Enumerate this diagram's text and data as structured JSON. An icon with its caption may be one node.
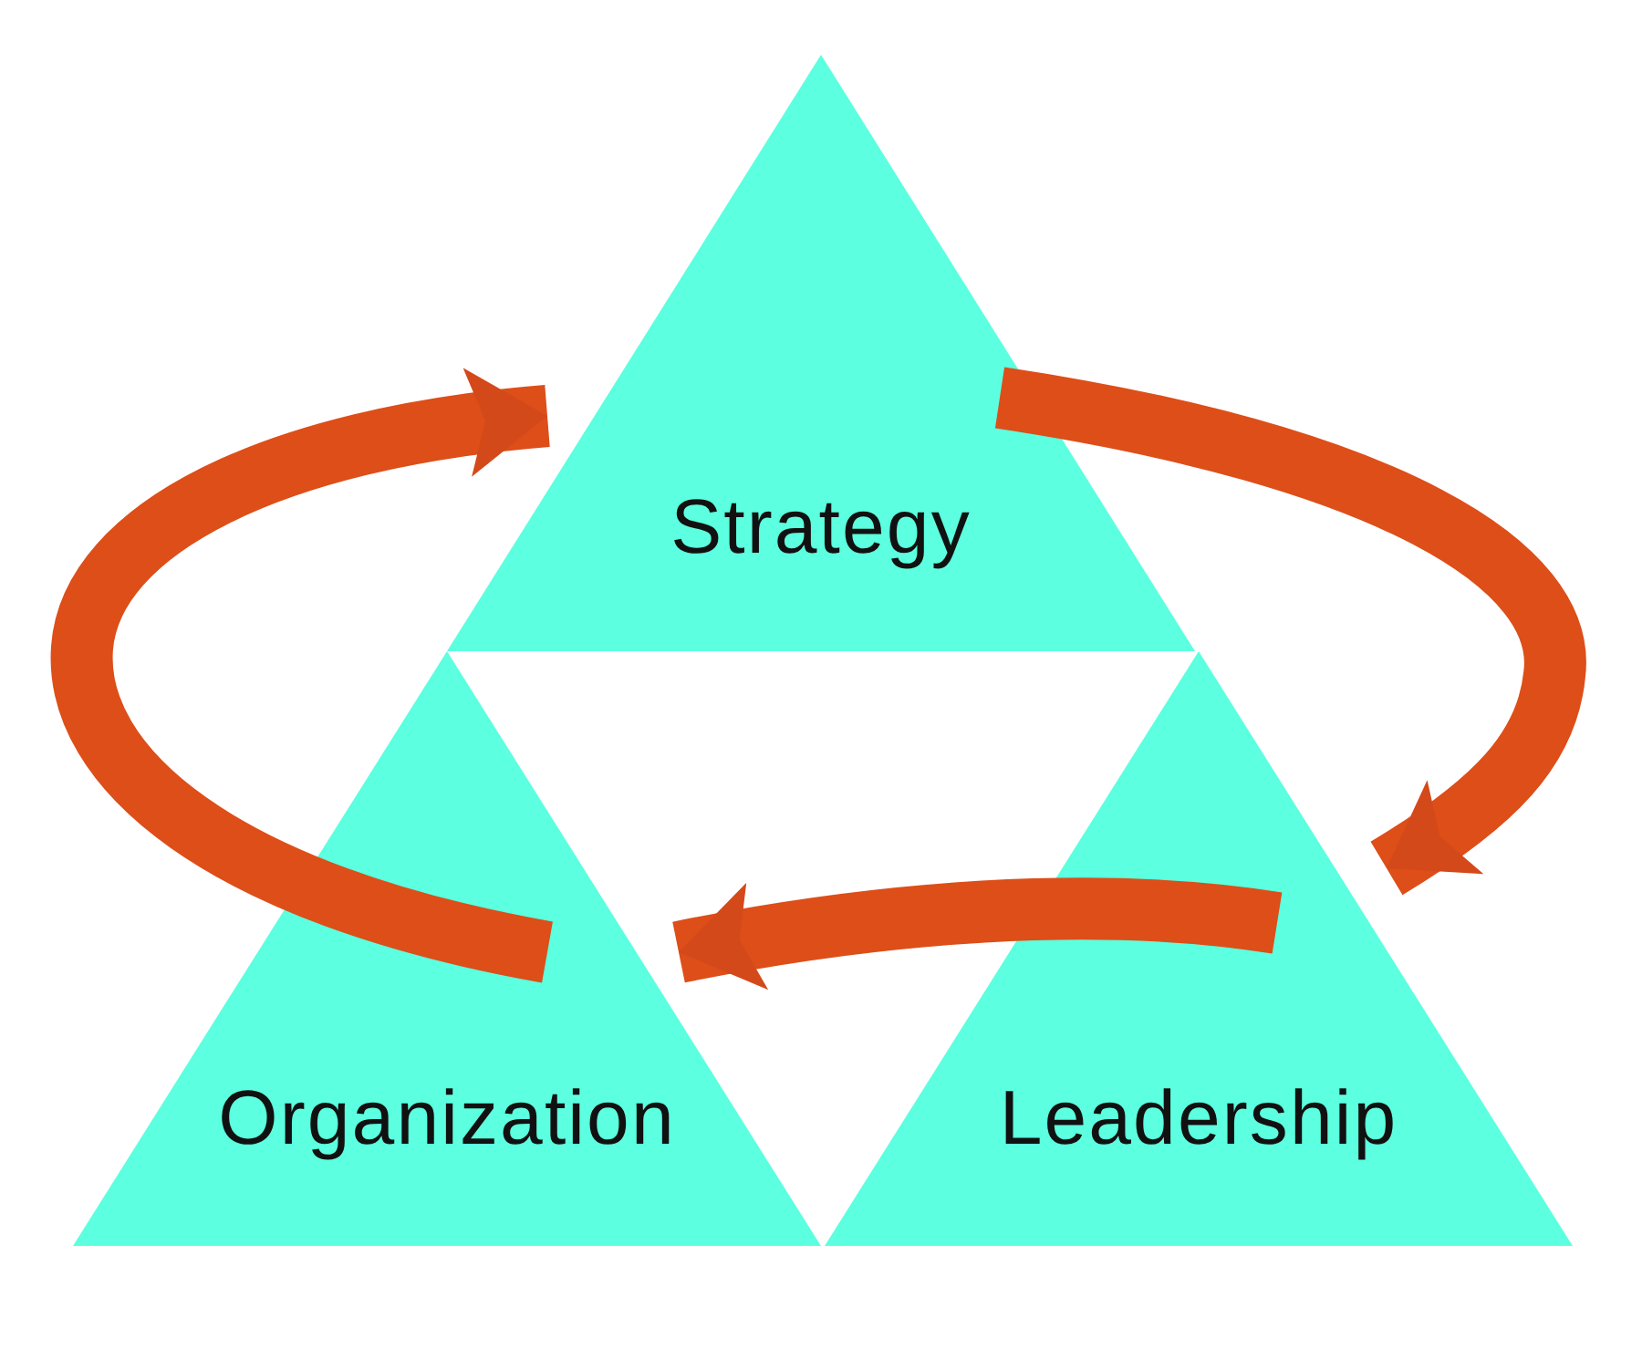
{
  "diagram": {
    "nodes": [
      {
        "text": [
          "Strategy"
        ]
      },
      {
        "text": [
          "Organization"
        ]
      },
      {
        "text": [
          "Leadership"
        ]
      }
    ],
    "edges": [
      {
        "from": 0,
        "to": 2,
        "arrow": "to"
      },
      {
        "from": 2,
        "to": 1,
        "arrow": "to"
      },
      {
        "from": 1,
        "to": 0,
        "arrow": "to"
      }
    ]
  }
}
